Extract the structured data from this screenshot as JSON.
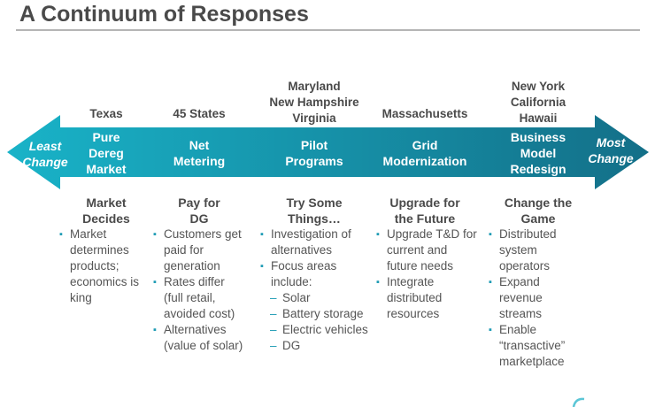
{
  "title": "A Continuum of Responses",
  "ends": {
    "left": "Least\nChange",
    "right": "Most\nChange"
  },
  "colors": {
    "arrow_left": "#19b3c8",
    "arrow_right": "#136f88",
    "bullet": "#1e9bb4"
  },
  "columns": [
    {
      "states": "Texas",
      "band": "Pure\nDereg\nMarket",
      "heading": "Market\nDecides",
      "items": [
        {
          "kind": "bullet",
          "text": "Market determines products; economics is king"
        }
      ]
    },
    {
      "states": "45 States",
      "band": "Net\nMetering",
      "heading": "Pay for\nDG",
      "items": [
        {
          "kind": "bullet",
          "text": "Customers get paid for generation"
        },
        {
          "kind": "bullet",
          "text": "Rates differ (full retail, avoided cost)"
        },
        {
          "kind": "bullet",
          "text": "Alternatives (value of solar)"
        }
      ]
    },
    {
      "states": "Maryland\nNew Hampshire\nVirginia",
      "band": "Pilot\nPrograms",
      "heading": "Try Some\nThings…",
      "items": [
        {
          "kind": "bullet",
          "text": "Investigation of alternatives"
        },
        {
          "kind": "bullet",
          "text": "Focus areas include:"
        },
        {
          "kind": "sub",
          "text": "Solar"
        },
        {
          "kind": "sub",
          "text": "Battery storage"
        },
        {
          "kind": "sub",
          "text": "Electric vehicles"
        },
        {
          "kind": "sub",
          "text": "DG"
        }
      ]
    },
    {
      "states": "Massachusetts",
      "band": "Grid\nModernization",
      "heading": "Upgrade for\nthe Future",
      "items": [
        {
          "kind": "bullet",
          "text": "Upgrade T&D for current and future needs"
        },
        {
          "kind": "bullet",
          "text": "Integrate distributed resources"
        }
      ]
    },
    {
      "states": "New York\nCalifornia\nHawaii",
      "band": "Business\nModel\nRedesign",
      "heading": "Change the\nGame",
      "items": [
        {
          "kind": "bullet",
          "text": "Distributed system operators"
        },
        {
          "kind": "bullet",
          "text": "Expand revenue streams"
        },
        {
          "kind": "bullet",
          "text": "Enable “transactive” marketplace"
        }
      ]
    }
  ]
}
